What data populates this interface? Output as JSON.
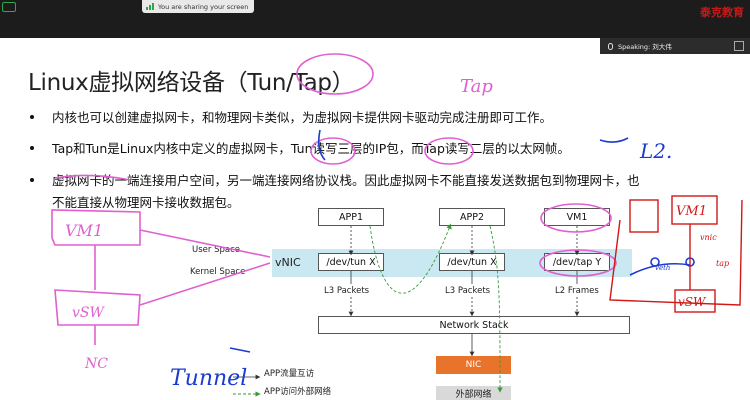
{
  "topbar": {
    "share_status": "You are sharing your screen",
    "logo": "泰克教育"
  },
  "speaking": {
    "label": "Speaking: 刘大伟"
  },
  "slide": {
    "title": "Linux虚拟网络设备（Tun/Tap）",
    "bullets": [
      "内核也可以创建虚拟网卡，和物理网卡类似，为虚拟网卡提供网卡驱动完成注册即可工作。",
      "Tap和Tun是Linux内核中定义的虚拟网卡，Tun读写三层的IP包，而Tap读写二层的以太网帧。",
      "虚拟网卡的一端连接用户空间，另一端连接网络协议栈。因此虚拟网卡不能直接发送数据包到物理网卡，也"
    ],
    "bullet3_cont": "不能直接从物理网卡接收数据包。"
  },
  "diagram": {
    "user_space": "User Space",
    "kernel_space": "Kernel Space",
    "vnic": "vNIC",
    "app1": "APP1",
    "app2": "APP2",
    "vm1": "VM1",
    "dev_tun_x_1": "/dev/tun X",
    "dev_tun_x_2": "/dev/tun X",
    "dev_tap_y": "/dev/tap Y",
    "l3_packets_1": "L3 Packets",
    "l3_packets_2": "L3 Packets",
    "l2_frames": "L2 Frames",
    "network_stack": "Network Stack",
    "nic": "NIC",
    "legend_local": "APP流量互访",
    "legend_external": "APP访问外部网络",
    "external_network": "外部网络"
  },
  "annotations": {
    "tap": "Tap",
    "l2": "L2.",
    "vm1_left": "VM1",
    "vsw_left": "vSW",
    "nc": "NC",
    "tunnel": "Tunnel",
    "vm1_right": "VM1",
    "vsw_right": "vSW",
    "vnic_right": "vnic",
    "veth": "veth",
    "tap_right": "tap"
  },
  "colors": {
    "pen_pink": "#e060d0",
    "pen_blue": "#1a3ad0",
    "pen_red": "#d01818",
    "band": "#c9e8f2",
    "nic": "#e8732a"
  }
}
